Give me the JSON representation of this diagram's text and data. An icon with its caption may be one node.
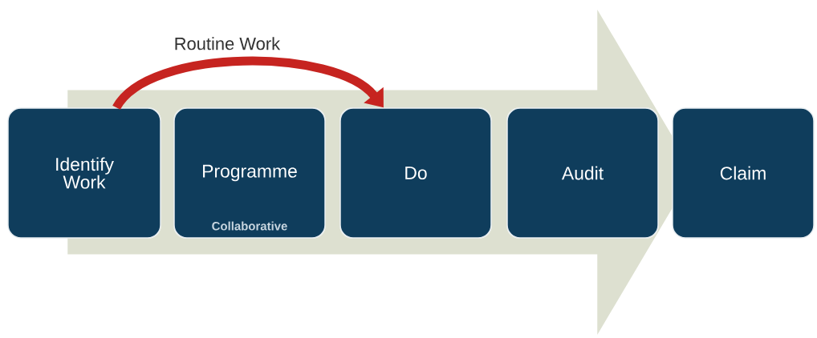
{
  "diagram": {
    "nodes": [
      {
        "text": [
          "Identify Work"
        ]
      },
      {
        "text": [
          "Programme",
          "Collaborative"
        ]
      },
      {
        "text": [
          "Do"
        ]
      },
      {
        "text": [
          "Audit"
        ]
      },
      {
        "text": [
          "Claim"
        ]
      }
    ],
    "edges": [
      {
        "from": 0,
        "to": 2,
        "arrow": "to",
        "label": "Routine Work",
        "color": "#c62420"
      },
      {
        "from": 0,
        "to": 4,
        "arrow": "to",
        "style": "thick",
        "color": "#dde0d0"
      }
    ]
  }
}
